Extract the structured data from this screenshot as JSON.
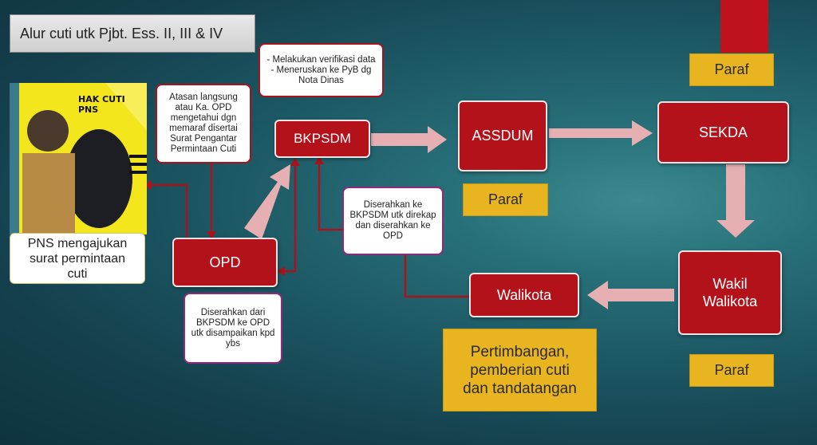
{
  "title": "Alur cuti utk Pjbt. Ess. II, III & IV",
  "poster": {
    "heading": "HAK CUTI PNS"
  },
  "pns_label": "PNS mengajukan surat permintaan cuti",
  "nodes": {
    "opd": "OPD",
    "bkpsdm": "BKPSDM",
    "assdum": "ASSDUM",
    "sekda": "SEKDA",
    "wakil_walikota": "Wakil Walikota",
    "walikota": "Walikota"
  },
  "notes": {
    "atasan": "Atasan langsung atau Ka. OPD mengetahui dgn memaraf disertai Surat Pengantar Permintaan Cuti",
    "bkpsdm_tasks": [
      "-   Melakukan verifikasi data",
      "-   Meneruskan ke PyB dg Nota Dinas"
    ],
    "diserahkan_ke_bkpsdm": "Diserahkan ke BKPSDM  utk direkap dan diserahkan ke OPD",
    "diserahkan_dari_bkpsdm": "Diserahkan dari BKPSDM  ke OPD utk disampaikan kpd ybs"
  },
  "paraf": {
    "assdum": "Paraf",
    "sekda": "Paraf",
    "wakil": "Paraf"
  },
  "walikota_note": "Pertimbangan, pemberian cuti dan tandatangan",
  "colors": {
    "node_red": "#b3121a",
    "arrow_pink": "#e6b0b2",
    "connector_red": "#a8141c",
    "gold": "#e8b520",
    "top_bar": "#c0121c"
  }
}
